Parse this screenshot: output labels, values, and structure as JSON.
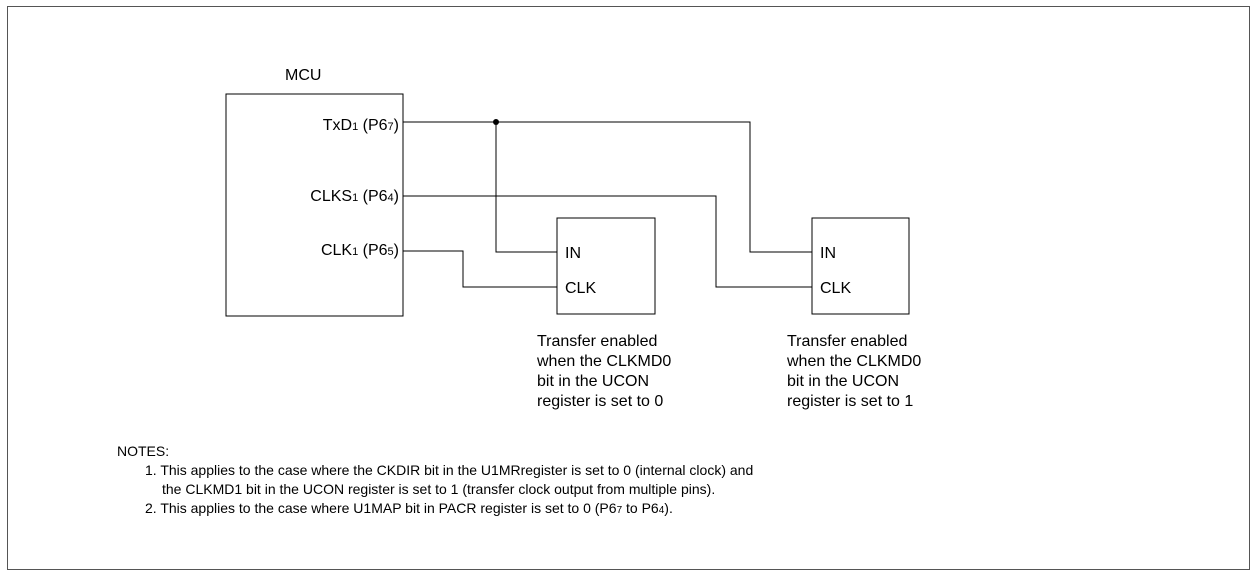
{
  "mcu": {
    "title": "MCU",
    "pins": {
      "txd": {
        "name": "TxD",
        "sub": "1",
        "port": " (P6",
        "port_sub": "7",
        "close": ")"
      },
      "clks": {
        "name": "CLKS",
        "sub": "1",
        "port": " (P6",
        "port_sub": "4",
        "close": ")"
      },
      "clk": {
        "name": "CLK",
        "sub": "1",
        "port": " (P6",
        "port_sub": "5",
        "close": ")"
      }
    }
  },
  "devices": [
    {
      "in_label": "IN",
      "clk_label": "CLK",
      "caption": [
        "Transfer enabled",
        "when the CLKMD0",
        "bit in the UCON",
        "register is set to 0"
      ]
    },
    {
      "in_label": "IN",
      "clk_label": "CLK",
      "caption": [
        "Transfer enabled",
        "when the CLKMD0",
        "bit in the UCON",
        "register is set to 1"
      ]
    }
  ],
  "notes": {
    "heading": "NOTES:",
    "note1_line1": "1. This applies to the case where the CKDIR bit in the U1MRregister is set to 0 (internal clock) and",
    "note1_line2": "the CLKMD1 bit in the UCON register is set to 1 (transfer clock output from multiple pins).",
    "note2_prefix": "2. This applies to the case where U1MAP bit in PACR register is set to 0 (P6",
    "note2_sub1": "7",
    "note2_mid": " to P6",
    "note2_sub2": "4",
    "note2_suffix": ")."
  }
}
